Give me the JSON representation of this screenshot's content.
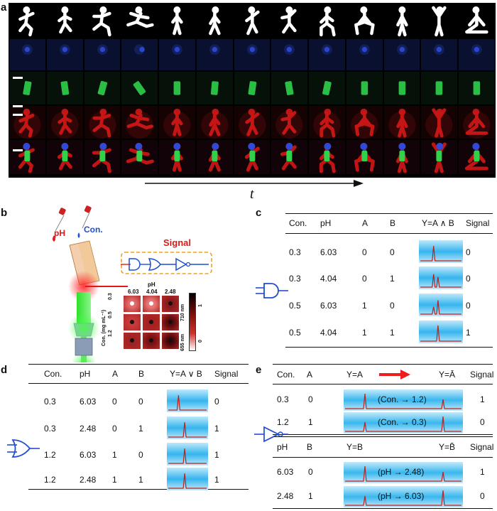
{
  "panel_labels": {
    "a": "a",
    "b": "b",
    "c": "c",
    "d": "d",
    "e": "e"
  },
  "panel_a": {
    "time_axis_label": "t",
    "poses": [
      "run",
      "sprint",
      "run-wide",
      "leap",
      "walk",
      "walk",
      "walk-arms",
      "dance",
      "squat-step",
      "squat",
      "stand",
      "arms-up",
      "meditate"
    ],
    "colors": {
      "blue": "#2f4ad8",
      "green": "#2fd24a",
      "red": "#e01818"
    }
  },
  "panel_b": {
    "ph_label": "pH",
    "con_label": "Con.",
    "signal_label": "Signal",
    "heatmap_ph_title": "pH",
    "heatmap_ph_ticks": [
      "6.03",
      "4.04",
      "2.48"
    ],
    "heatmap_con_ticks": [
      "0.3",
      "0.5",
      "1.2"
    ],
    "heatmap_con_axis": "Con. (mg mL⁻¹)",
    "heatmap_wavelengths": [
      "710 nm",
      "655 nm"
    ],
    "colorbar_ticks": [
      "1",
      "0"
    ]
  },
  "panel_c": {
    "headers": [
      "Con.",
      "pH",
      "A",
      "B",
      "Y=A ∧ B",
      "Signal"
    ],
    "rows": [
      [
        "0.3",
        "6.03",
        "0",
        "0",
        "",
        "0"
      ],
      [
        "0.3",
        "4.04",
        "0",
        "1",
        "",
        "0"
      ],
      [
        "0.5",
        "6.03",
        "1",
        "0",
        "",
        "0"
      ],
      [
        "0.5",
        "4.04",
        "1",
        "1",
        "",
        "1"
      ]
    ]
  },
  "panel_d": {
    "headers": [
      "Con.",
      "pH",
      "A",
      "B",
      "Y=A ∨ B",
      "Signal"
    ],
    "rows": [
      [
        "0.3",
        "6.03",
        "0",
        "0",
        "",
        "0"
      ],
      [
        "0.3",
        "2.48",
        "0",
        "1",
        "",
        "1"
      ],
      [
        "1.2",
        "6.03",
        "1",
        "0",
        "",
        "1"
      ],
      [
        "1.2",
        "2.48",
        "1",
        "1",
        "",
        "1"
      ]
    ]
  },
  "panel_e": {
    "top_headers": [
      "Con.",
      "A",
      "Y=A",
      "Y=Ā",
      "Signal"
    ],
    "top_rows": [
      {
        "con": "0.3",
        "a": "0",
        "label": "(Con. → 1.2)",
        "signal": "1"
      },
      {
        "con": "1.2",
        "a": "1",
        "label": "(Con. → 0.3)",
        "signal": "0"
      }
    ],
    "bottom_headers": [
      "pH",
      "B",
      "Y=B",
      "Y=B̄",
      "Signal"
    ],
    "bottom_rows": [
      {
        "ph": "6.03",
        "b": "0",
        "label": "(pH → 2.48)",
        "signal": "1"
      },
      {
        "ph": "2.48",
        "b": "1",
        "label": "(pH → 6.03)",
        "signal": "0"
      }
    ]
  }
}
